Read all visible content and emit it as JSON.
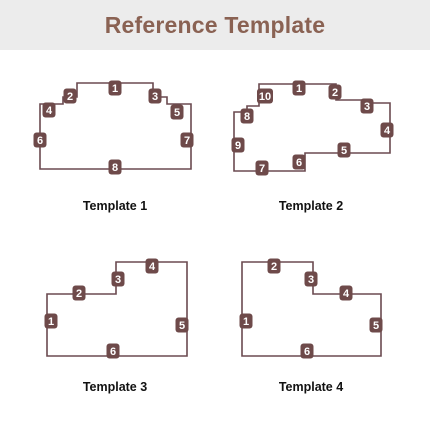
{
  "title": "Reference Template",
  "templates": [
    {
      "name": "Template 1",
      "labels": [
        "1",
        "2",
        "3",
        "4",
        "5",
        "6",
        "7",
        "8"
      ]
    },
    {
      "name": "Template 2",
      "labels": [
        "1",
        "2",
        "3",
        "4",
        "5",
        "6",
        "7",
        "8",
        "9",
        "10"
      ]
    },
    {
      "name": "Template 3",
      "labels": [
        "1",
        "2",
        "3",
        "4",
        "5",
        "6"
      ]
    },
    {
      "name": "Template 4",
      "labels": [
        "1",
        "2",
        "3",
        "4",
        "5",
        "6"
      ]
    }
  ],
  "colors": {
    "header_bg": "#ececec",
    "title": "#8a6253",
    "outline": "#6b4a50",
    "badge": "#6e4a4a"
  }
}
